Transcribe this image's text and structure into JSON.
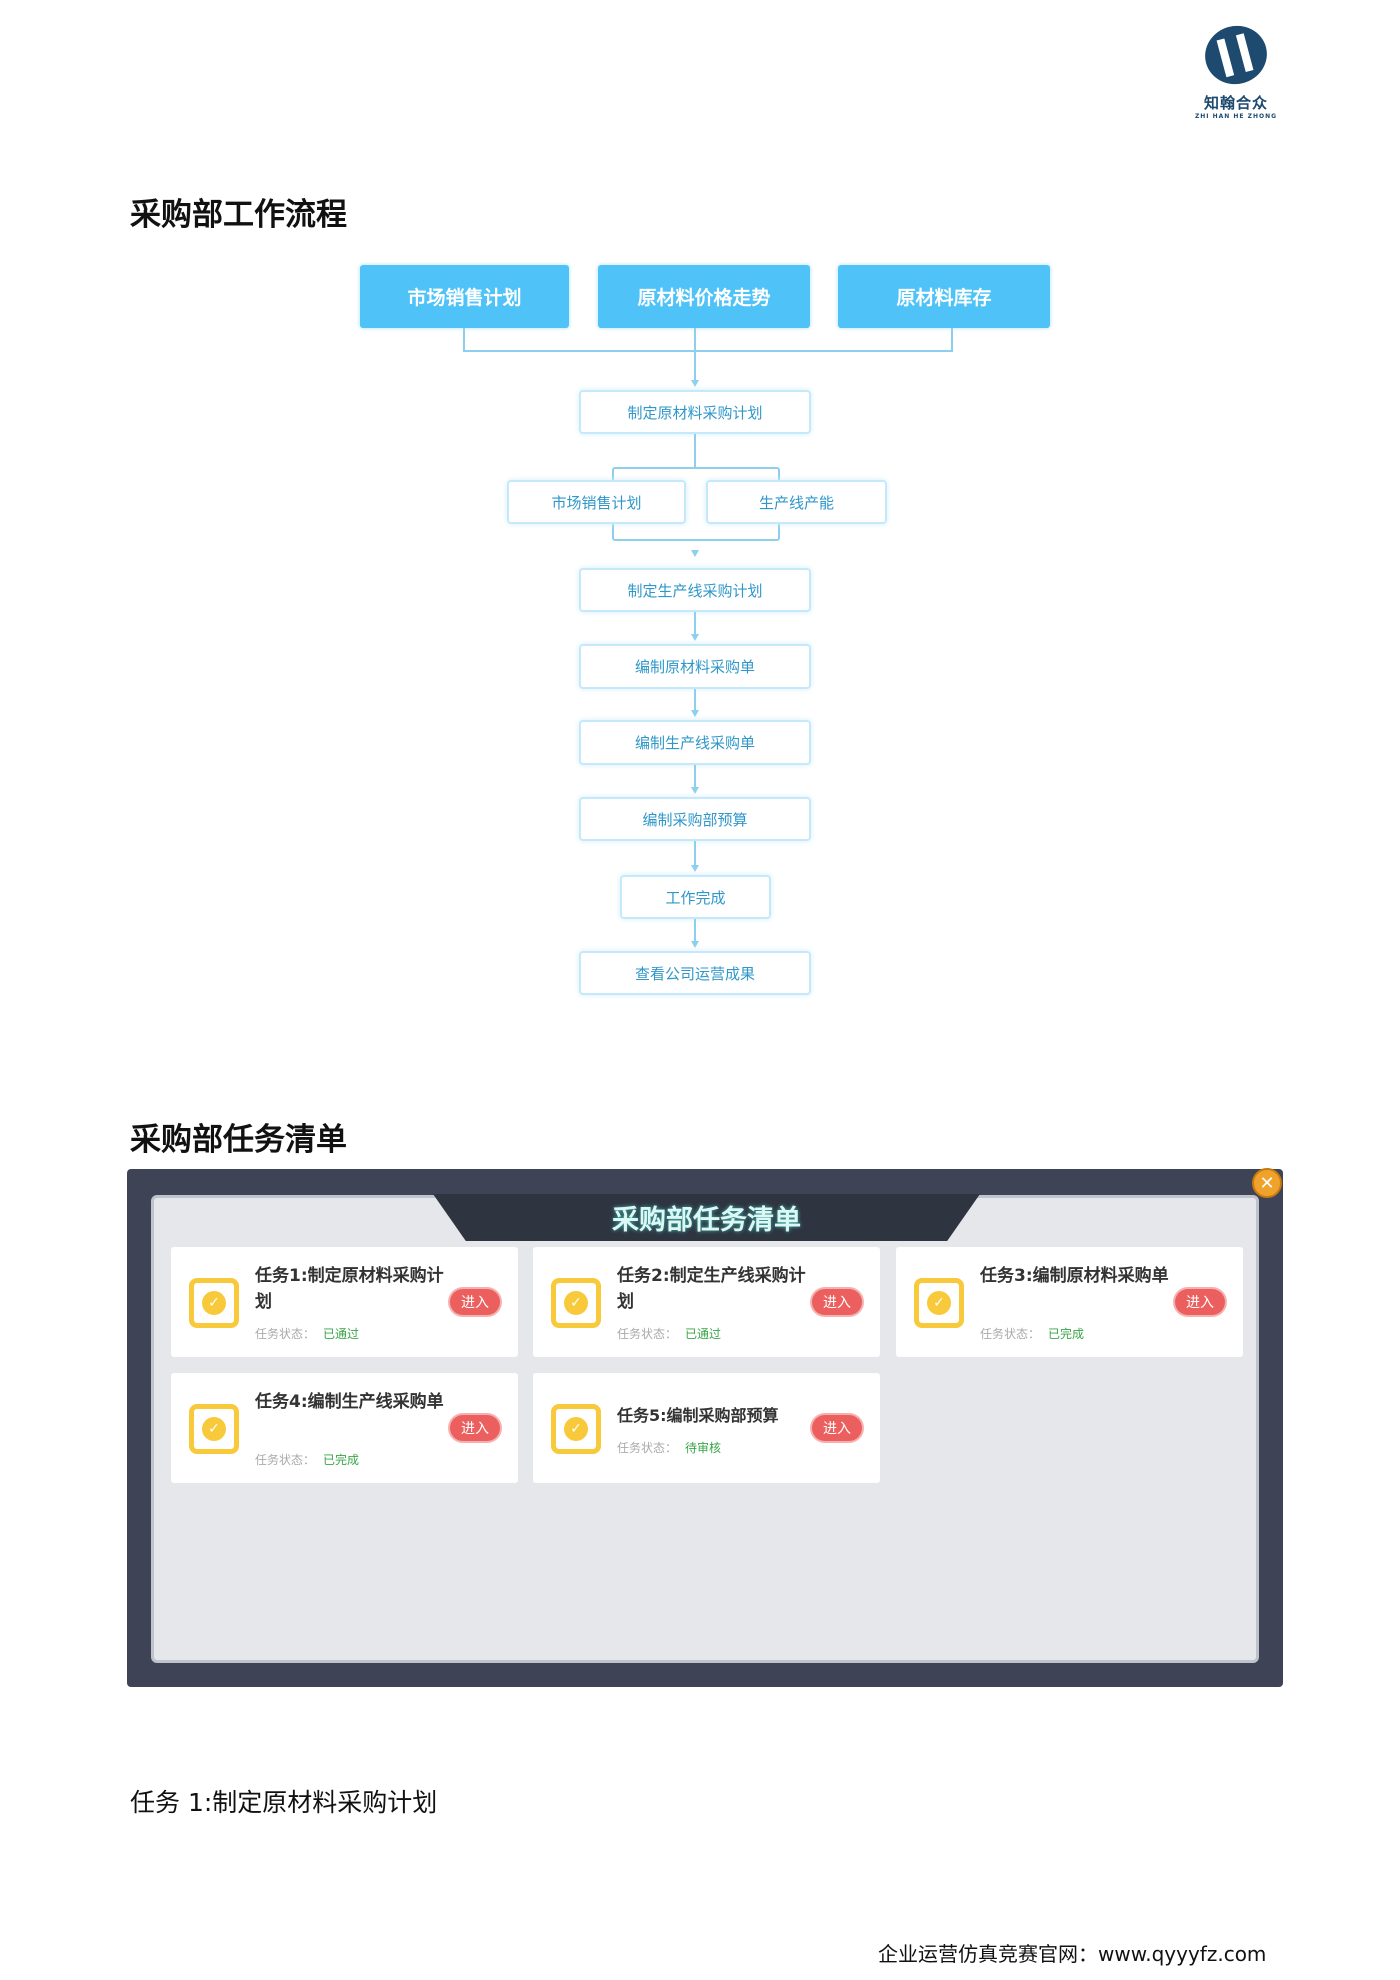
{
  "logo": {
    "cn": "知翰合众",
    "en": "ZHI HAN HE ZHONG"
  },
  "section1": {
    "title": "采购部工作流程"
  },
  "flow": {
    "top": [
      "市场销售计划",
      "原材料价格走势",
      "原材料库存"
    ],
    "step1": "制定原材料采购计划",
    "pair": [
      "市场销售计划",
      "生产线产能"
    ],
    "steps": [
      "制定生产线采购计划",
      "编制原材料采购单",
      "编制生产线采购单",
      "编制采购部预算",
      "工作完成",
      "查看公司运营成果"
    ]
  },
  "section2": {
    "title": "采购部任务清单"
  },
  "panel": {
    "title": "采购部任务清单",
    "status_label": "任务状态：",
    "enter_label": "进入",
    "tasks": [
      {
        "title": "任务1:制定原材料采购计划",
        "status": "已通过"
      },
      {
        "title": "任务2:制定生产线采购计划",
        "status": "已通过"
      },
      {
        "title": "任务3:编制原材料采购单",
        "status": "已完成"
      },
      {
        "title": "任务4:编制生产线采购单",
        "status": "已完成"
      },
      {
        "title": "任务5:编制采购部预算",
        "status": "待审核"
      }
    ]
  },
  "task1_heading": "任务 1:制定原材料采购计划",
  "footer": "企业运营仿真竞赛官网：www.qyyyfz.com"
}
